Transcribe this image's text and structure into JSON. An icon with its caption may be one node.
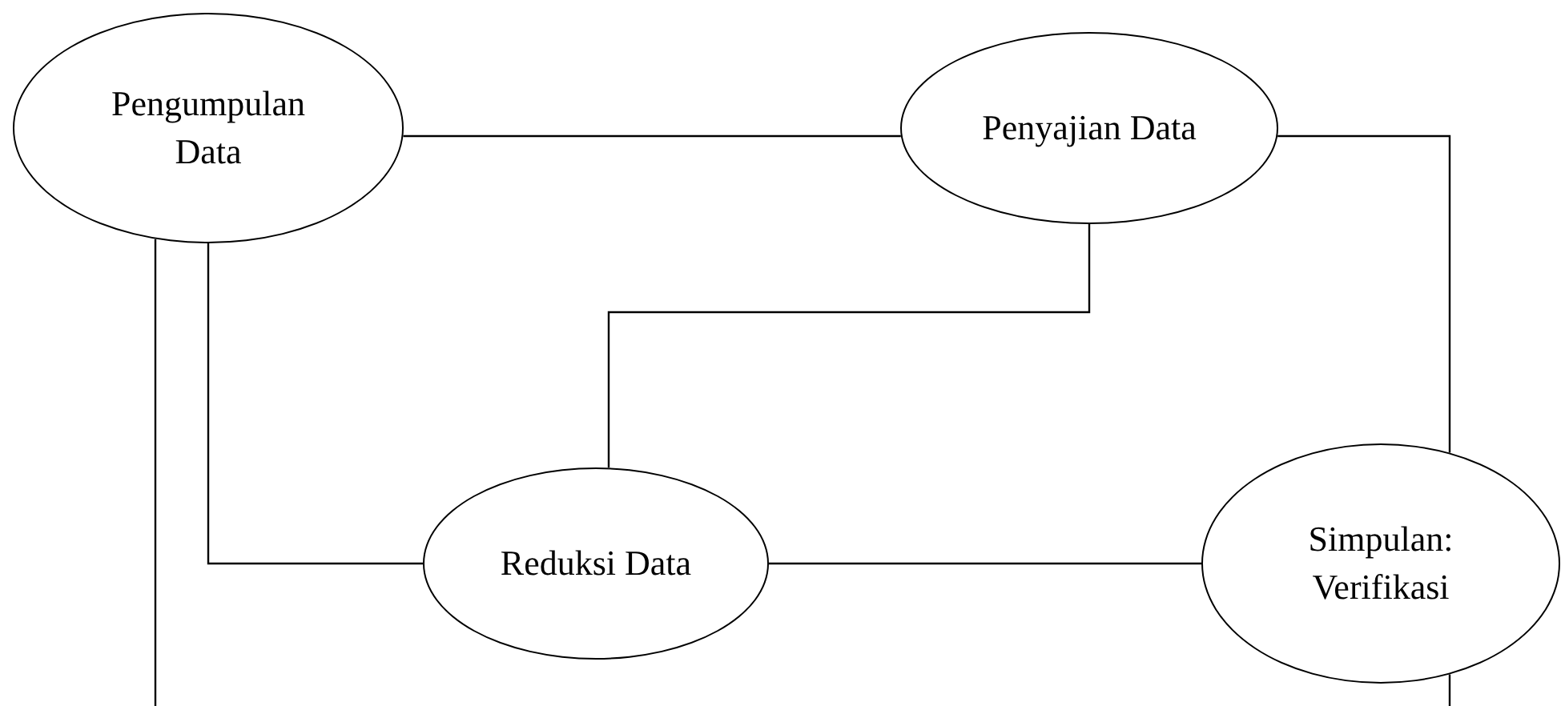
{
  "diagram": {
    "nodes": [
      {
        "text": [
          "Pengumpulan Data"
        ]
      },
      {
        "text": [
          "Penyajian Data"
        ]
      },
      {
        "text": [
          "Reduksi Data"
        ]
      },
      {
        "text": [
          "Simpulan: Verifikasi"
        ]
      }
    ],
    "edges": [
      {
        "from": 0,
        "to": 1,
        "arrow": "none"
      },
      {
        "from": 1,
        "to": 3,
        "arrow": "none"
      },
      {
        "from": 1,
        "to": 2,
        "arrow": "none"
      },
      {
        "from": 0,
        "to": 2,
        "arrow": "none"
      },
      {
        "from": 2,
        "to": 3,
        "arrow": "none"
      },
      {
        "from": 0,
        "to": null,
        "arrow": "none"
      },
      {
        "from": 3,
        "to": null,
        "arrow": "none"
      }
    ]
  }
}
